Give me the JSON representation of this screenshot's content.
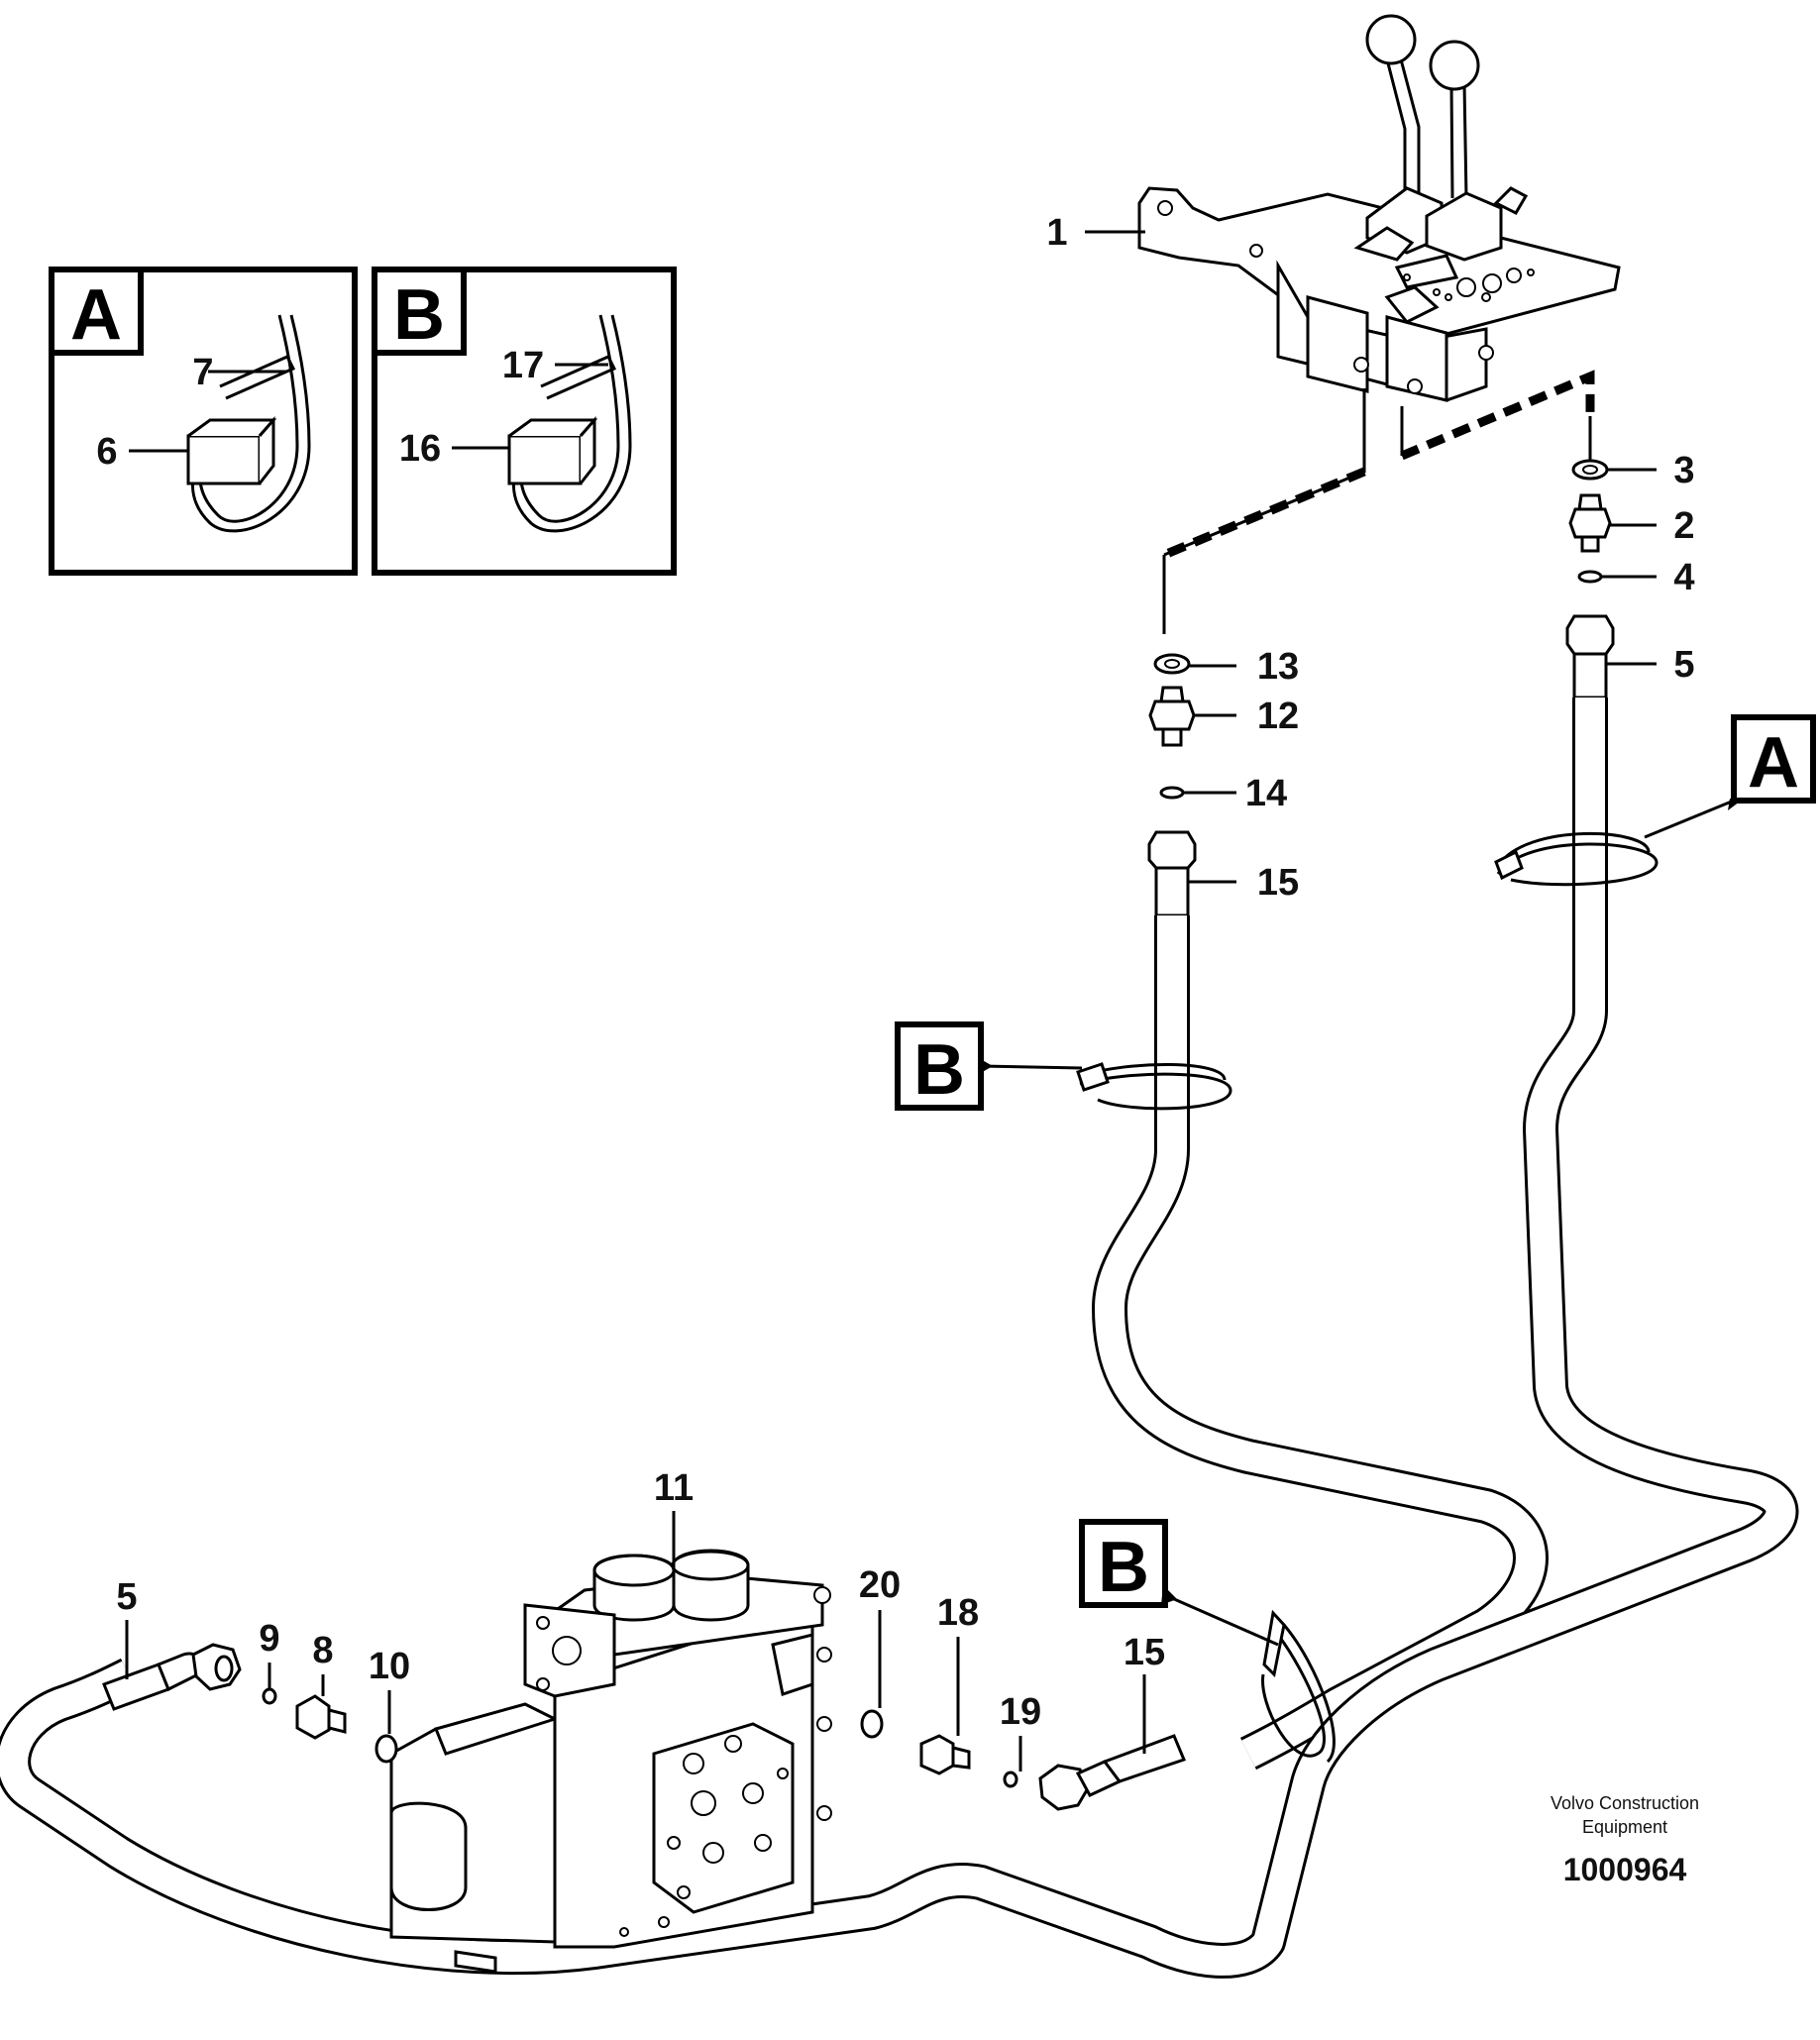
{
  "detail_boxes": [
    {
      "letter": "A",
      "tie_label": "7",
      "block_label": "6"
    },
    {
      "letter": "B",
      "tie_label": "17",
      "block_label": "16"
    }
  ],
  "callouts": {
    "part_1": "1",
    "part_3": "3",
    "part_2": "2",
    "part_4": "4",
    "part_5_top": "5",
    "part_13": "13",
    "part_12": "12",
    "part_14": "14",
    "part_15_top": "15",
    "part_11": "11",
    "part_5_bottom": "5",
    "part_9": "9",
    "part_8": "8",
    "part_10": "10",
    "part_20": "20",
    "part_18": "18",
    "part_19": "19",
    "part_15_bottom": "15"
  },
  "reference_tags": {
    "tag_a": "A",
    "tag_b_upper": "B",
    "tag_b_lower": "B"
  },
  "credit": {
    "line1": "Volvo Construction",
    "line2": "Equipment",
    "code": "1000964"
  }
}
